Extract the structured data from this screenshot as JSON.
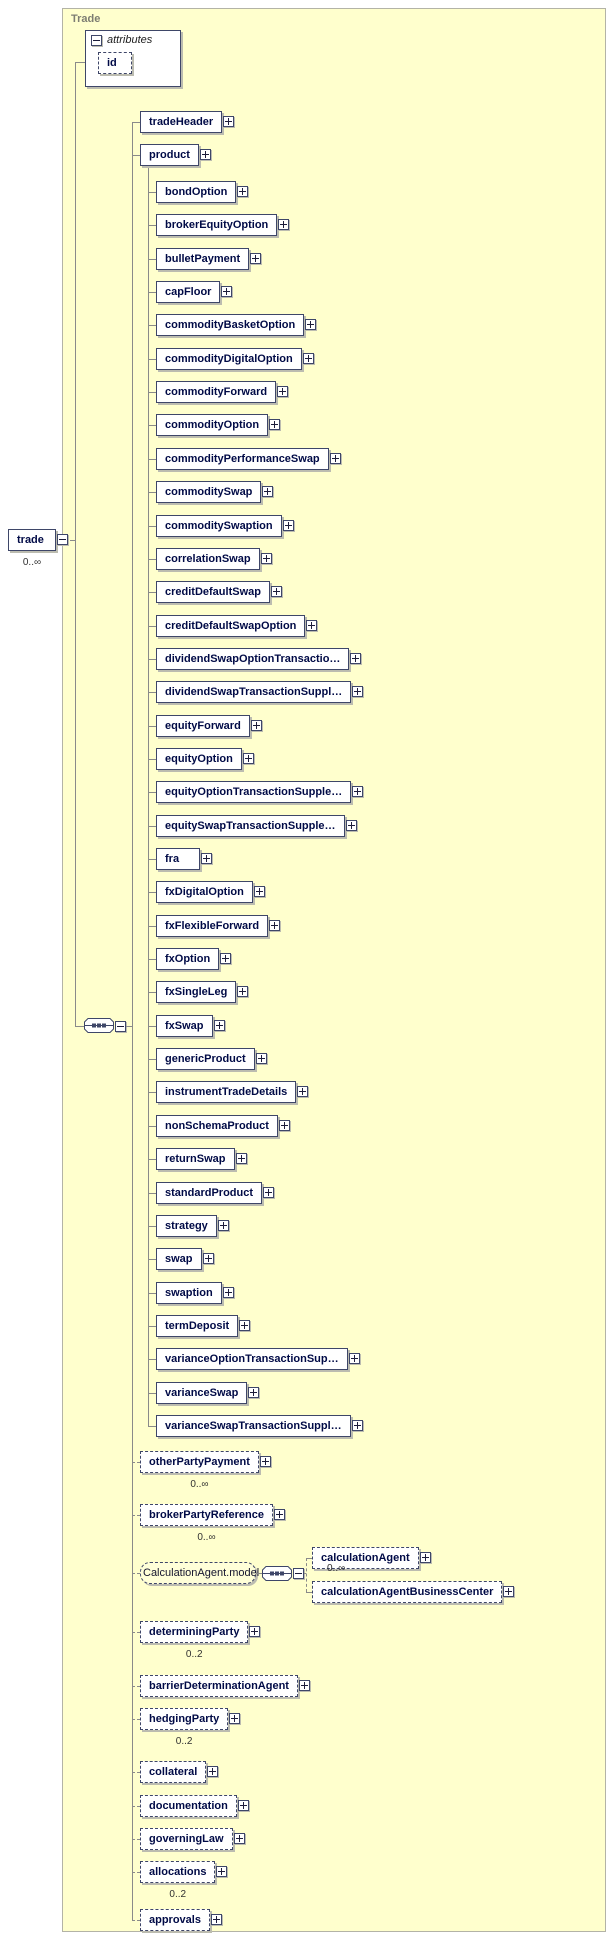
{
  "frame": {
    "title": "Trade"
  },
  "root": {
    "label": "trade",
    "occurrence": "0..∞"
  },
  "attributes": {
    "title": "attributes",
    "items": [
      {
        "label": "id"
      }
    ]
  },
  "children": [
    {
      "label": "tradeHeader",
      "optional": false
    },
    {
      "label": "product",
      "optional": false
    },
    {
      "label": "otherPartyPayment",
      "optional": true,
      "occurrence": "0..∞"
    },
    {
      "label": "brokerPartyReference",
      "optional": true,
      "occurrence": "0..∞"
    },
    {
      "label": "CalculationAgent.model",
      "optional": true,
      "kind": "model_group"
    },
    {
      "label": "determiningParty",
      "optional": true,
      "occurrence": "0..2"
    },
    {
      "label": "barrierDeterminationAgent",
      "optional": true
    },
    {
      "label": "hedgingParty",
      "optional": true,
      "occurrence": "0..2"
    },
    {
      "label": "collateral",
      "optional": true
    },
    {
      "label": "documentation",
      "optional": true
    },
    {
      "label": "governingLaw",
      "optional": true
    },
    {
      "label": "allocations",
      "optional": true,
      "occurrence": "0..2"
    },
    {
      "label": "approvals",
      "optional": true
    }
  ],
  "product_children": [
    "bondOption",
    "brokerEquityOption",
    "bulletPayment",
    "capFloor",
    "commodityBasketOption",
    "commodityDigitalOption",
    "commodityForward",
    "commodityOption",
    "commodityPerformanceSwap",
    "commoditySwap",
    "commoditySwaption",
    "correlationSwap",
    "creditDefaultSwap",
    "creditDefaultSwapOption",
    "dividendSwapOptionTransactio…",
    "dividendSwapTransactionSuppl…",
    "equityForward",
    "equityOption",
    "equityOptionTransactionSupple…",
    "equitySwapTransactionSupple…",
    "fra",
    "fxDigitalOption",
    "fxFlexibleForward",
    "fxOption",
    "fxSingleLeg",
    "fxSwap",
    "genericProduct",
    "instrumentTradeDetails",
    "nonSchemaProduct",
    "returnSwap",
    "standardProduct",
    "strategy",
    "swap",
    "swaption",
    "termDeposit",
    "varianceOptionTransactionSup…",
    "varianceSwap",
    "varianceSwapTransactionSuppl…"
  ],
  "calculation_agent_children": [
    {
      "label": "calculationAgent",
      "optional": true
    },
    {
      "label": "calculationAgentBusinessCenter",
      "optional": true,
      "occurrence": "0..∞"
    }
  ]
}
